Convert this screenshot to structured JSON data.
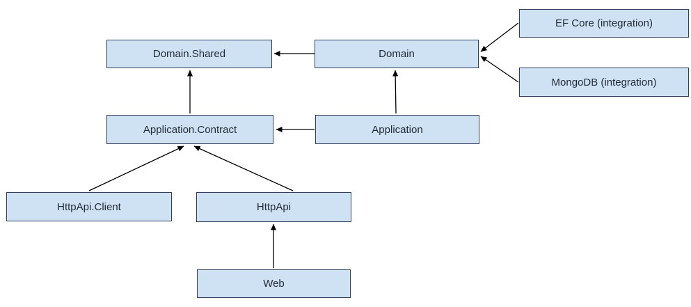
{
  "diagram": {
    "background": "#ffffff",
    "node_fill": "#cfe2f3",
    "node_border": "#2e3f57",
    "arrow_color": "#000000",
    "nodes": [
      {
        "id": "domain-shared",
        "label": "Domain.Shared"
      },
      {
        "id": "domain",
        "label": "Domain"
      },
      {
        "id": "ef-core",
        "label": "EF Core (integration)"
      },
      {
        "id": "mongodb",
        "label": "MongoDB (integration)"
      },
      {
        "id": "application-contract",
        "label": "Application.Contract"
      },
      {
        "id": "application",
        "label": "Application"
      },
      {
        "id": "httpapi-client",
        "label": "HttpApi.Client"
      },
      {
        "id": "httpapi",
        "label": "HttpApi"
      },
      {
        "id": "web",
        "label": "Web"
      }
    ],
    "edges": [
      {
        "from": "Domain",
        "to": "Domain.Shared"
      },
      {
        "from": "Application.Contract",
        "to": "Domain.Shared"
      },
      {
        "from": "Application",
        "to": "Domain"
      },
      {
        "from": "Application",
        "to": "Application.Contract"
      },
      {
        "from": "EF Core (integration)",
        "to": "Domain"
      },
      {
        "from": "MongoDB (integration)",
        "to": "Domain"
      },
      {
        "from": "HttpApi.Client",
        "to": "Application.Contract"
      },
      {
        "from": "HttpApi",
        "to": "Application.Contract"
      },
      {
        "from": "Web",
        "to": "HttpApi"
      }
    ]
  }
}
